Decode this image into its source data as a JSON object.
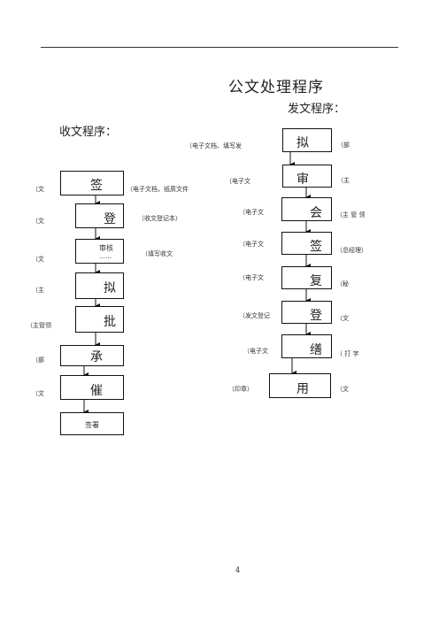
{
  "page": {
    "title": "公文处理程序",
    "page_number": "4"
  },
  "outgoing": {
    "title": "发文程序：",
    "steps": [
      {
        "label": "拟",
        "left": "（电子文档、填写发",
        "right": "（部"
      },
      {
        "label": "审",
        "left": "（电子文",
        "right": "（主"
      },
      {
        "label": "会",
        "left": "（电子文",
        "right": "（主 管 领"
      },
      {
        "label": "签",
        "left": "（电子文",
        "right": "（总经理）"
      },
      {
        "label": "复",
        "left": "（电子文",
        "right": "（秘"
      },
      {
        "label": "登",
        "left": "（发文登记",
        "right": "（文"
      },
      {
        "label": "缮",
        "left": "（电子文",
        "right": "（ 打  字"
      },
      {
        "label": "用",
        "left": "（印章）",
        "right": "（文"
      }
    ]
  },
  "incoming": {
    "title": "收文程序：",
    "steps": [
      {
        "label": "签",
        "left": "（文",
        "right": "（电子文档，纸质文件"
      },
      {
        "label": "登",
        "left": "（文",
        "right": "（收文登记本）"
      },
      {
        "label": "审核",
        "sub": "……",
        "left": "（文",
        "right": "（填写收文"
      },
      {
        "label": "拟",
        "left": "（主",
        "right": ""
      },
      {
        "label": "批",
        "left": "（主管领",
        "right": ""
      },
      {
        "label": "承",
        "left": "（部",
        "right": ""
      },
      {
        "label": "催",
        "left": "（文",
        "right": ""
      },
      {
        "label": "签署",
        "left": "",
        "right": ""
      }
    ]
  }
}
